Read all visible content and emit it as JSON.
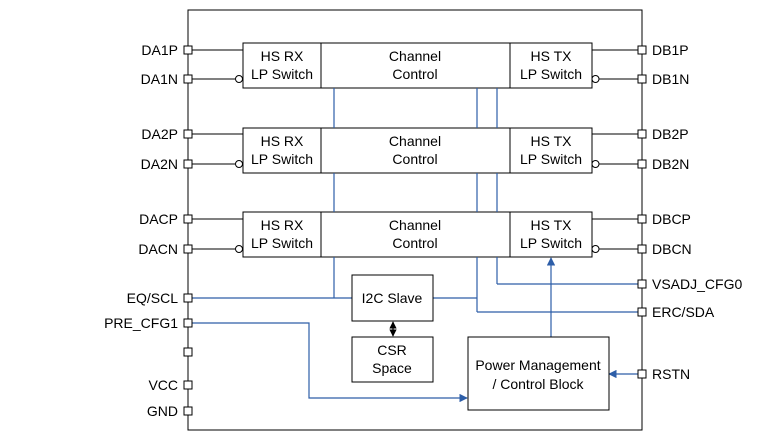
{
  "colors": {
    "wire": "#2d5ea8",
    "outline": "#000000",
    "background": "#ffffff"
  },
  "left_pins": [
    "DA1P",
    "DA1N",
    "DA2P",
    "DA2N",
    "DACP",
    "DACN",
    "EQ/SCL",
    "PRE_CFG1",
    "",
    "VCC",
    "GND"
  ],
  "right_pins": [
    "DB1P",
    "DB1N",
    "DB2P",
    "DB2N",
    "DBCP",
    "DBCN",
    "VSADJ_CFG0",
    "ERC/SDA",
    "RSTN"
  ],
  "channels": [
    {
      "rx": [
        "HS RX",
        "LP Switch"
      ],
      "control": [
        "Channel",
        "Control"
      ],
      "tx": [
        "HS TX",
        "LP Switch"
      ]
    },
    {
      "rx": [
        "HS RX",
        "LP Switch"
      ],
      "control": [
        "Channel",
        "Control"
      ],
      "tx": [
        "HS TX",
        "LP Switch"
      ]
    },
    {
      "rx": [
        "HS RX",
        "LP Switch"
      ],
      "control": [
        "Channel",
        "Control"
      ],
      "tx": [
        "HS TX",
        "LP Switch"
      ]
    }
  ],
  "i2c": "I2C Slave",
  "csr": [
    "CSR",
    "Space"
  ],
  "power": [
    "Power Management",
    "/ Control Block"
  ]
}
